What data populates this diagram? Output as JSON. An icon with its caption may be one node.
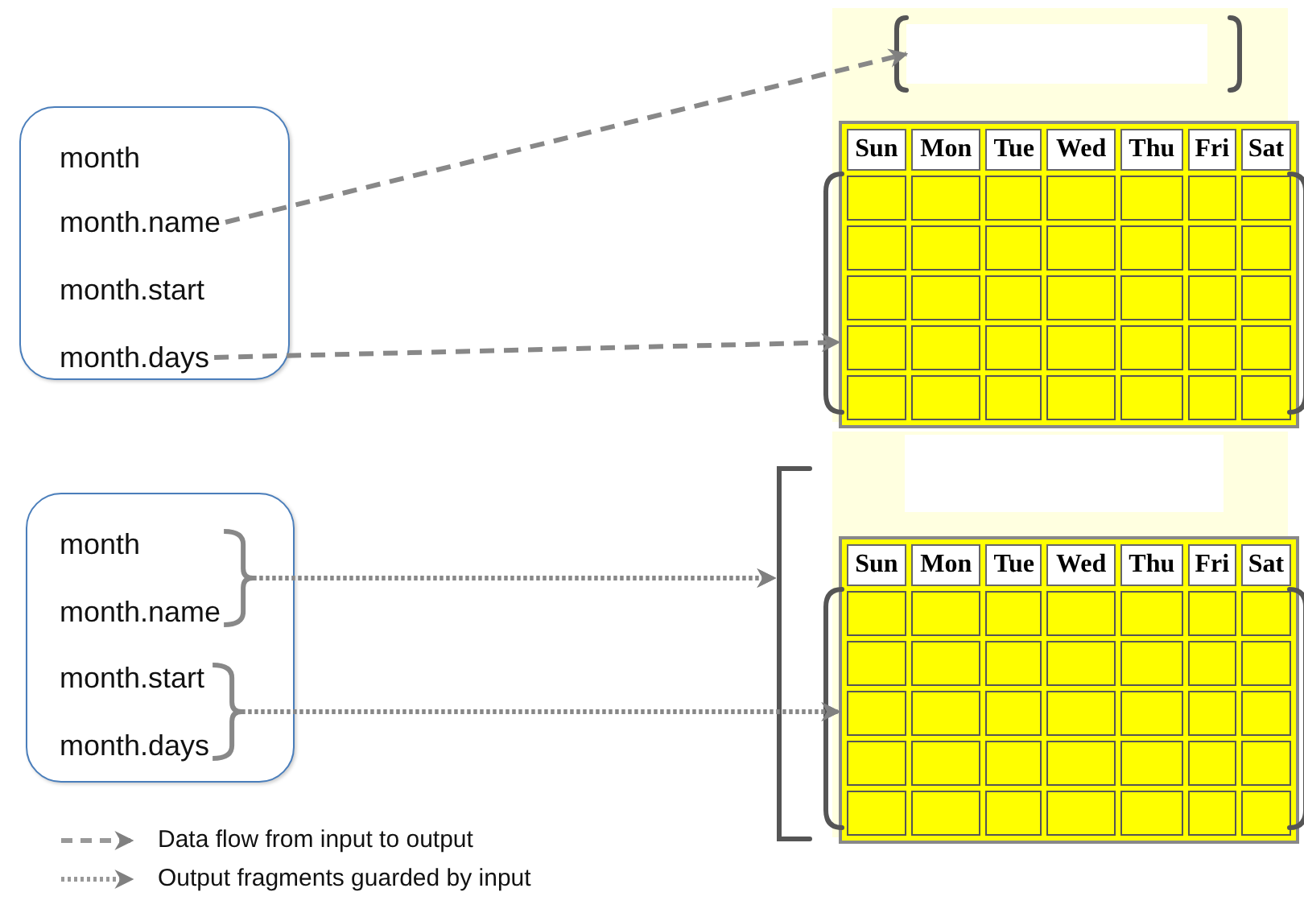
{
  "diagram": {
    "nodes": [
      {
        "text": [],
        "shape": "box"
      },
      {
        "text": [
          "month"
        ],
        "in": 0
      },
      {
        "text": [
          "month.name"
        ],
        "in": 0
      },
      {
        "text": [
          "month.start"
        ],
        "in": 0
      },
      {
        "text": [
          "month.days"
        ],
        "in": 0
      },
      {
        "text": [],
        "shape": "box"
      },
      {
        "text": [],
        "shape": "box",
        "in": 5
      },
      {
        "text": [],
        "shape": "box",
        "in": 5
      },
      {
        "text": [],
        "shape": "box"
      },
      {
        "text": [
          "month"
        ],
        "in": 8
      },
      {
        "text": [
          "month.name"
        ],
        "in": 8
      },
      {
        "text": [
          "month.start"
        ],
        "in": 8
      },
      {
        "text": [
          "month.days"
        ],
        "in": 8
      },
      {
        "text": [],
        "shape": "box"
      },
      {
        "text": [],
        "shape": "box",
        "in": 13
      },
      {
        "text": [],
        "shape": "box",
        "in": 13
      }
    ],
    "edges": [
      {
        "from": 2,
        "to": 6,
        "arrow": "to",
        "style": "dashed"
      },
      {
        "from": 4,
        "to": 7,
        "arrow": "to",
        "style": "dashed"
      },
      {
        "from": 9,
        "to": 13,
        "arrow": "to"
      },
      {
        "from": 10,
        "to": 13,
        "arrow": "to"
      },
      {
        "from": 11,
        "to": 15,
        "arrow": "to"
      },
      {
        "from": 12,
        "to": 15,
        "arrow": "to"
      }
    ],
    "labels": [
      "Sun",
      "Mon",
      "Tue",
      "Wed",
      "Thu",
      "Fri",
      "Sat",
      "Sun",
      "Mon",
      "Tue",
      "Wed",
      "Thu",
      "Fri",
      "Sat"
    ],
    "legend": [
      {
        "text": "Data flow from input to output"
      },
      {
        "text": "Output fragments guarded by input"
      }
    ]
  }
}
